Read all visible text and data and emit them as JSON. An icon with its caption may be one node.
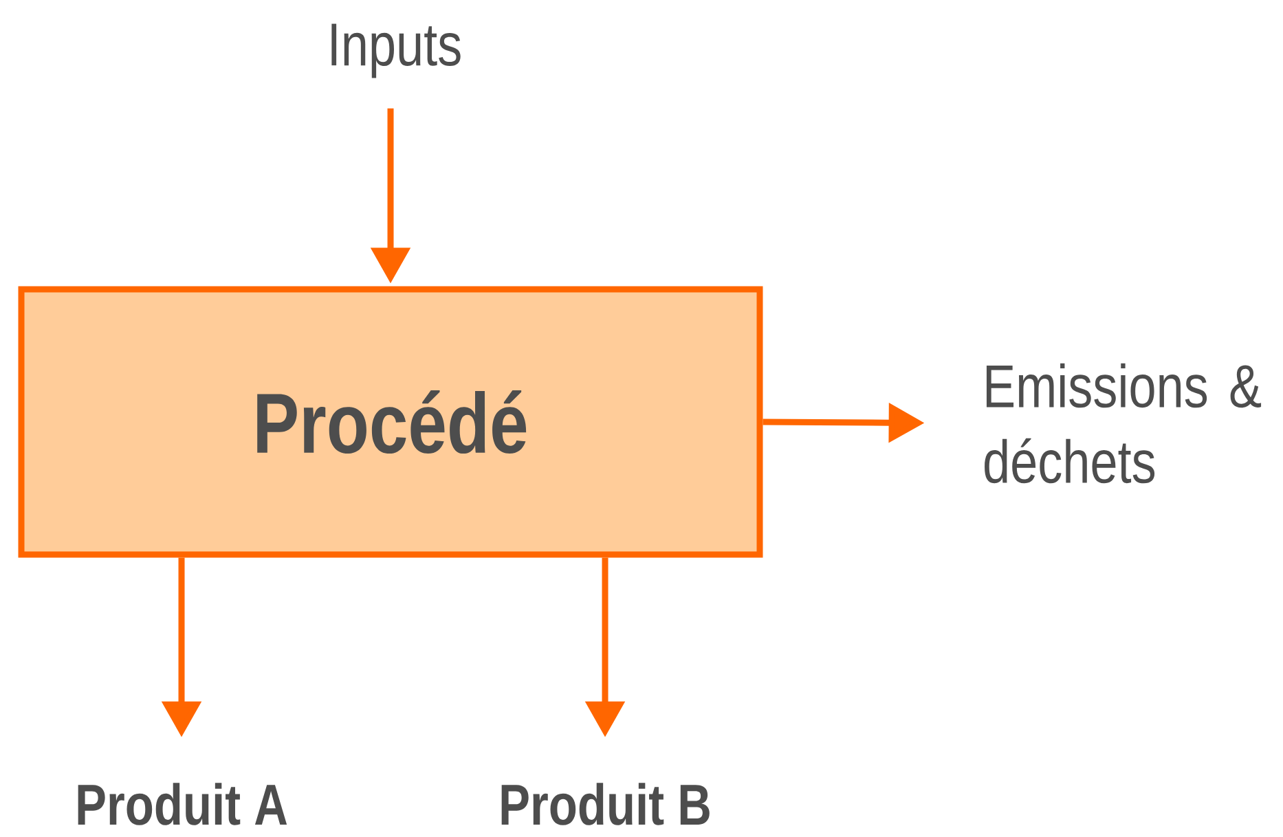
{
  "diagram": {
    "nodes": [
      {
        "text": [
          "Inputs"
        ]
      },
      {
        "text": [
          "Procédé"
        ]
      },
      {
        "text": [
          "Emissions & déchets"
        ]
      },
      {
        "text": [
          "Produit A"
        ]
      },
      {
        "text": [
          "Produit B"
        ]
      }
    ],
    "edges": [
      {
        "from": 0,
        "to": 1,
        "arrow": "to"
      },
      {
        "from": 1,
        "to": 2,
        "arrow": "to"
      },
      {
        "from": 1,
        "to": 3,
        "arrow": "to"
      },
      {
        "from": 1,
        "to": 4,
        "arrow": "to"
      }
    ]
  }
}
